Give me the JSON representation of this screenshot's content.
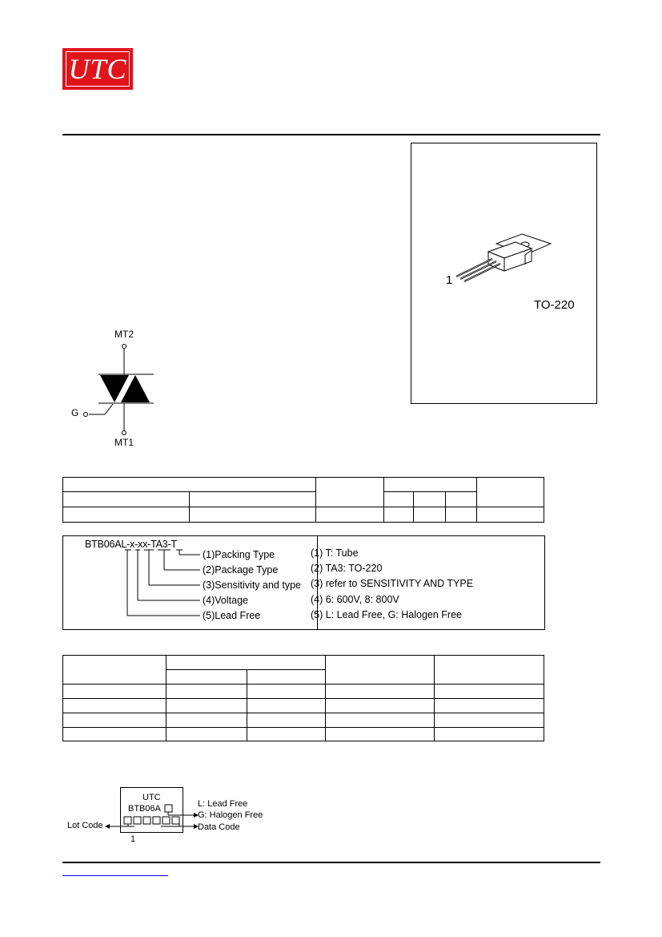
{
  "header": {
    "logo_text": "UTC"
  },
  "package": {
    "name": "TO-220",
    "pin_one": "1"
  },
  "symbol": {
    "mt2": "MT2",
    "mt1": "MT1",
    "gate": "G"
  },
  "ordering": {
    "part_number": "BTB06AL-x-xx-TA3-T",
    "fields": [
      {
        "label": "(1)Packing Type",
        "desc": "(1) T: Tube"
      },
      {
        "label": "(2)Package Type",
        "desc": "(2) TA3: TO-220"
      },
      {
        "label": "(3)Sensitivity and type",
        "desc": "(3) refer to SENSITIVITY AND TYPE"
      },
      {
        "label": "(4)Voltage",
        "desc": "(4) 6: 600V, 8: 800V"
      },
      {
        "label": "(5)Lead Free",
        "desc": "(5) L: Lead Free, G: Halogen Free"
      }
    ]
  },
  "marking": {
    "brand": "UTC",
    "part": "BTB06A",
    "lead_free": "L: Lead Free",
    "halogen_free": "G: Halogen Free",
    "lot_code": "Lot Code",
    "data_code": "Data Code",
    "pin_one": "1"
  }
}
